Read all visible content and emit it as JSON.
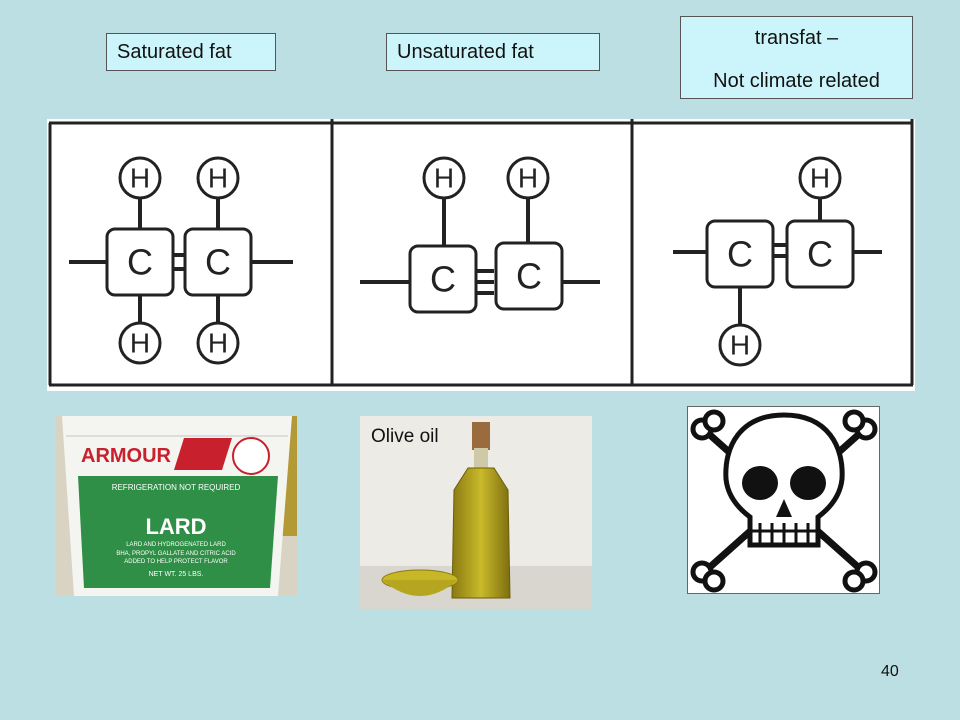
{
  "labels": {
    "saturated": "Saturated fat",
    "unsaturated": "Unsaturated fat",
    "trans_line1": "transfat –",
    "trans_line2": "Not climate related"
  },
  "diagram": {
    "atoms": {
      "hydrogen": "H",
      "carbon": "C"
    },
    "panels": [
      "saturated",
      "unsaturated",
      "trans"
    ]
  },
  "images": {
    "lard": {
      "brand": "ARMOUR",
      "tagline": "REFRIGERATION NOT REQUIRED",
      "product": "LARD",
      "subtitle": "LARD AND HYDROGENATED LARD",
      "ingredients1": "BHA, PROPYL GALLATE AND CITRIC ACID",
      "ingredients2": "ADDED TO HELP PROTECT FLAVOR",
      "net_weight": "NET WT. 25 LBS."
    },
    "olive_label": "Olive oil",
    "skull_icon": "skull-and-crossbones-icon"
  },
  "page_number": "40",
  "colors": {
    "background": "#bbdfe3",
    "label_fill": "#ccf5fb",
    "lard_green": "#2f8f46",
    "oil": "#b8a81e"
  }
}
